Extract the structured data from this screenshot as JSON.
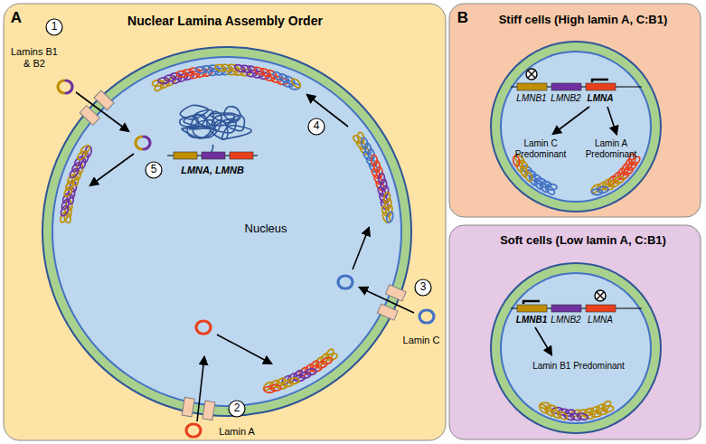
{
  "diagram": {
    "nodes": [
      {
        "text": [
          "Nuclear Lamina Assembly Order"
        ]
      },
      {
        "text": [
          "Nucleus"
        ],
        "in": 0
      },
      {
        "text": [
          "Stiff cells (High lamin A, C:B1)"
        ]
      },
      {
        "text": [
          "Soft cells (Low lamin A, C:B1)"
        ]
      }
    ],
    "labels": [
      "A",
      "B",
      "1",
      "Lamins B1 & B2",
      "2",
      "Lamin A",
      "3",
      "Lamin C",
      "4",
      "5",
      "LMNA, LMNB",
      "LMNB1",
      "LMNB2",
      "LMNA",
      "Lamin C Predominant",
      "Lamin A Predominant",
      "LMNB1",
      "LMNB2",
      "LMNA",
      "Lamin B1 Predominant"
    ]
  }
}
